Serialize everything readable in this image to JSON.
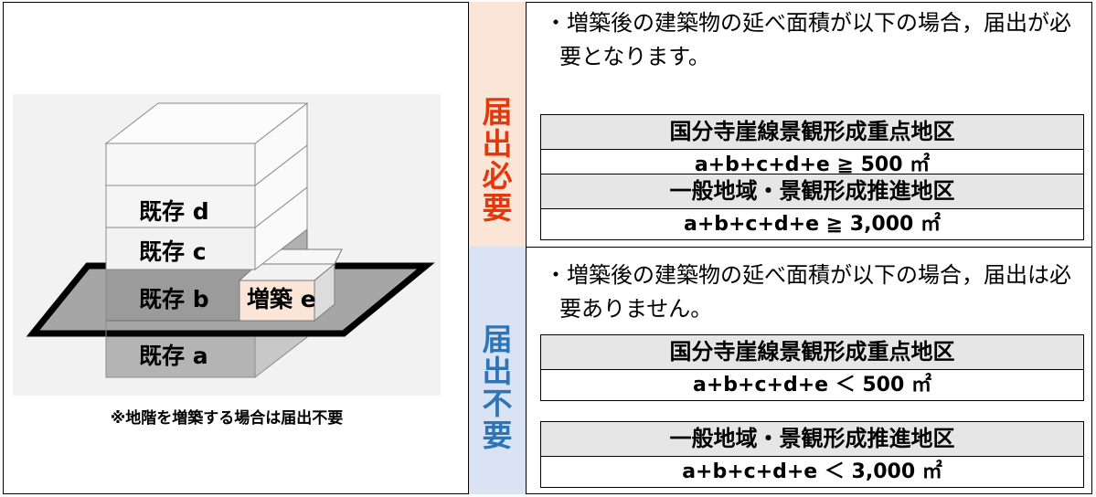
{
  "figure": {
    "labels": {
      "d": "既存 d",
      "c": "既存 c",
      "b": "既存 b",
      "e": "増築 e",
      "a": "既存 a"
    },
    "note": "※地階を増築する場合は届出不要"
  },
  "required": {
    "band_label": [
      "届",
      "出",
      "必",
      "要"
    ],
    "band_color": "#fbe5d6",
    "description": "・増築後の建築物の延べ面積が以下の場合，届出が必要となります。",
    "areas": [
      {
        "name": "国分寺崖線景観形成重点地区",
        "formula": "a+b+c+d+e ≧ 500 ㎡"
      },
      {
        "name": "一般地域・景観形成推進地区",
        "formula": "a+b+c+d+e ≧ 3,000 ㎡"
      }
    ]
  },
  "not_required": {
    "band_label": [
      "届",
      "出",
      "不",
      "要"
    ],
    "band_color": "#dae3f3",
    "description": "・増築後の建築物の延べ面積が以下の場合，届出は必要ありません。",
    "areas": [
      {
        "name": "国分寺崖線景観形成重点地区",
        "formula": "a+b+c+d+e ＜ 500 ㎡"
      },
      {
        "name": "一般地域・景観形成推進地区",
        "formula": "a+b+c+d+e ＜ 3,000 ㎡"
      }
    ]
  },
  "colors": {
    "required_text": "#e2380e",
    "not_required_text": "#2f75b5",
    "header_bg": "#e7e6e6"
  }
}
